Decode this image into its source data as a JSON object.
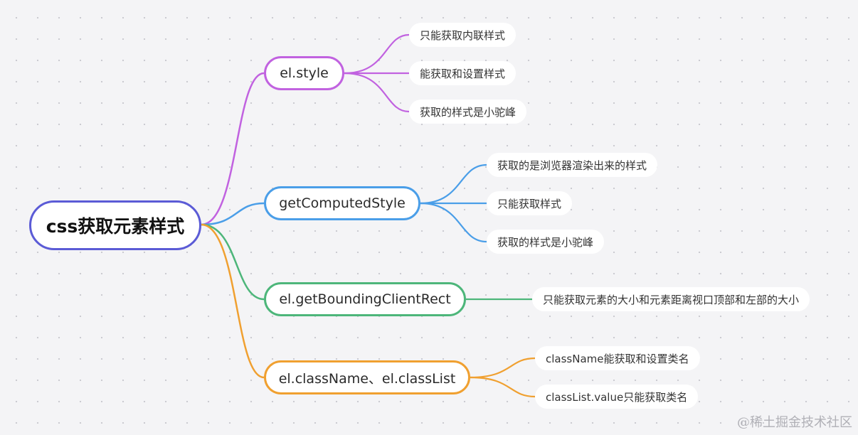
{
  "root": {
    "label": "css获取元素样式",
    "color": "#5b5bd6"
  },
  "branches": [
    {
      "label": "el.style",
      "color": "#c162e0",
      "leaves": [
        "只能获取内联样式",
        "能获取和设置样式",
        "获取的样式是小驼峰"
      ]
    },
    {
      "label": "getComputedStyle",
      "color": "#4a9ee8",
      "leaves": [
        "获取的是浏览器渲染出来的样式",
        "只能获取样式",
        "获取的样式是小驼峰"
      ]
    },
    {
      "label": "el.getBoundingClientRect",
      "color": "#4db67a",
      "leaves": [
        "只能获取元素的大小和元素距离视口顶部和左部的大小"
      ]
    },
    {
      "label": "el.className、el.classList",
      "color": "#f0a030",
      "leaves": [
        "className能获取和设置类名",
        "classList.value只能获取类名"
      ]
    }
  ],
  "watermark": "@稀土掘金技术社区"
}
